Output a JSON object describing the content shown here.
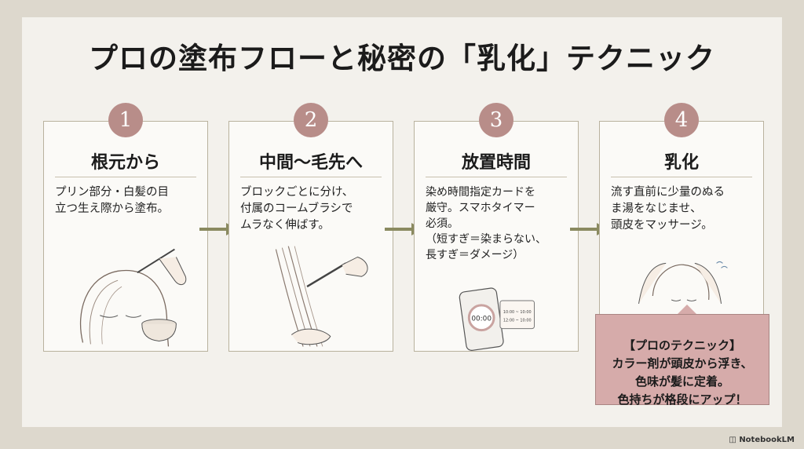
{
  "title": "プロの塗布フローと秘密の「乳化」テクニック",
  "steps": [
    {
      "number": "1",
      "title": "根元から",
      "text": "プリン部分・白髪の目\n立つ生え際から塗布。"
    },
    {
      "number": "2",
      "title": "中間〜毛先へ",
      "text": "ブロックごとに分け、\n付属のコームブラシで\nムラなく伸ばす。"
    },
    {
      "number": "3",
      "title": "放置時間",
      "text": "染め時間指定カードを\n厳守。スマホタイマー\n必須。\n（短すぎ＝染まらない、\n長すぎ＝ダメージ）"
    },
    {
      "number": "4",
      "title": "乳化",
      "text": "流す直前に少量のぬる\nま湯をなじませ、\n頭皮をマッサージ。"
    }
  ],
  "illustration_labels": {
    "timer": "00:00",
    "card_line1": "10:00 ~ 10:00",
    "card_line2": "12:00 ~ 10:00"
  },
  "callout": {
    "text": "【プロのテクニック】\nカラー剤が頭皮から浮き、\n色味が髪に定着。\n色持ちが格段にアップ！"
  },
  "brand": "NotebookLM",
  "colors": {
    "badge": "#b88d89",
    "arrow": "#8a8a60",
    "callout": "#d6abaa"
  }
}
